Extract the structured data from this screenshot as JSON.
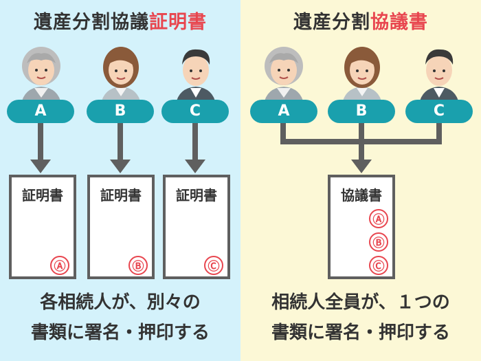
{
  "left": {
    "title_main": "遺産分割協議",
    "title_accent": "証明書",
    "people": [
      "A",
      "B",
      "C"
    ],
    "doc_title": "証明書",
    "stamps": [
      "Ⓐ",
      "Ⓑ",
      "Ⓒ"
    ],
    "caption_line1": "各相続人が、別々の",
    "caption_line2": "書類に署名・押印する"
  },
  "right": {
    "title_main": "遺産分割",
    "title_accent": "協議書",
    "people": [
      "A",
      "B",
      "C"
    ],
    "doc_title": "協議書",
    "stamps": [
      "Ⓐ",
      "Ⓑ",
      "Ⓒ"
    ],
    "caption_line1": "相続人全員が、１つの",
    "caption_line2": "書類に署名・押印する"
  },
  "colors": {
    "left_bg": "#d4f2fb",
    "right_bg": "#fcf8d6",
    "pill": "#1aa0ad",
    "accent": "#e8464f",
    "arrow": "#5f5f5f"
  },
  "icons": [
    "elderly-woman-icon",
    "woman-icon",
    "man-icon"
  ]
}
